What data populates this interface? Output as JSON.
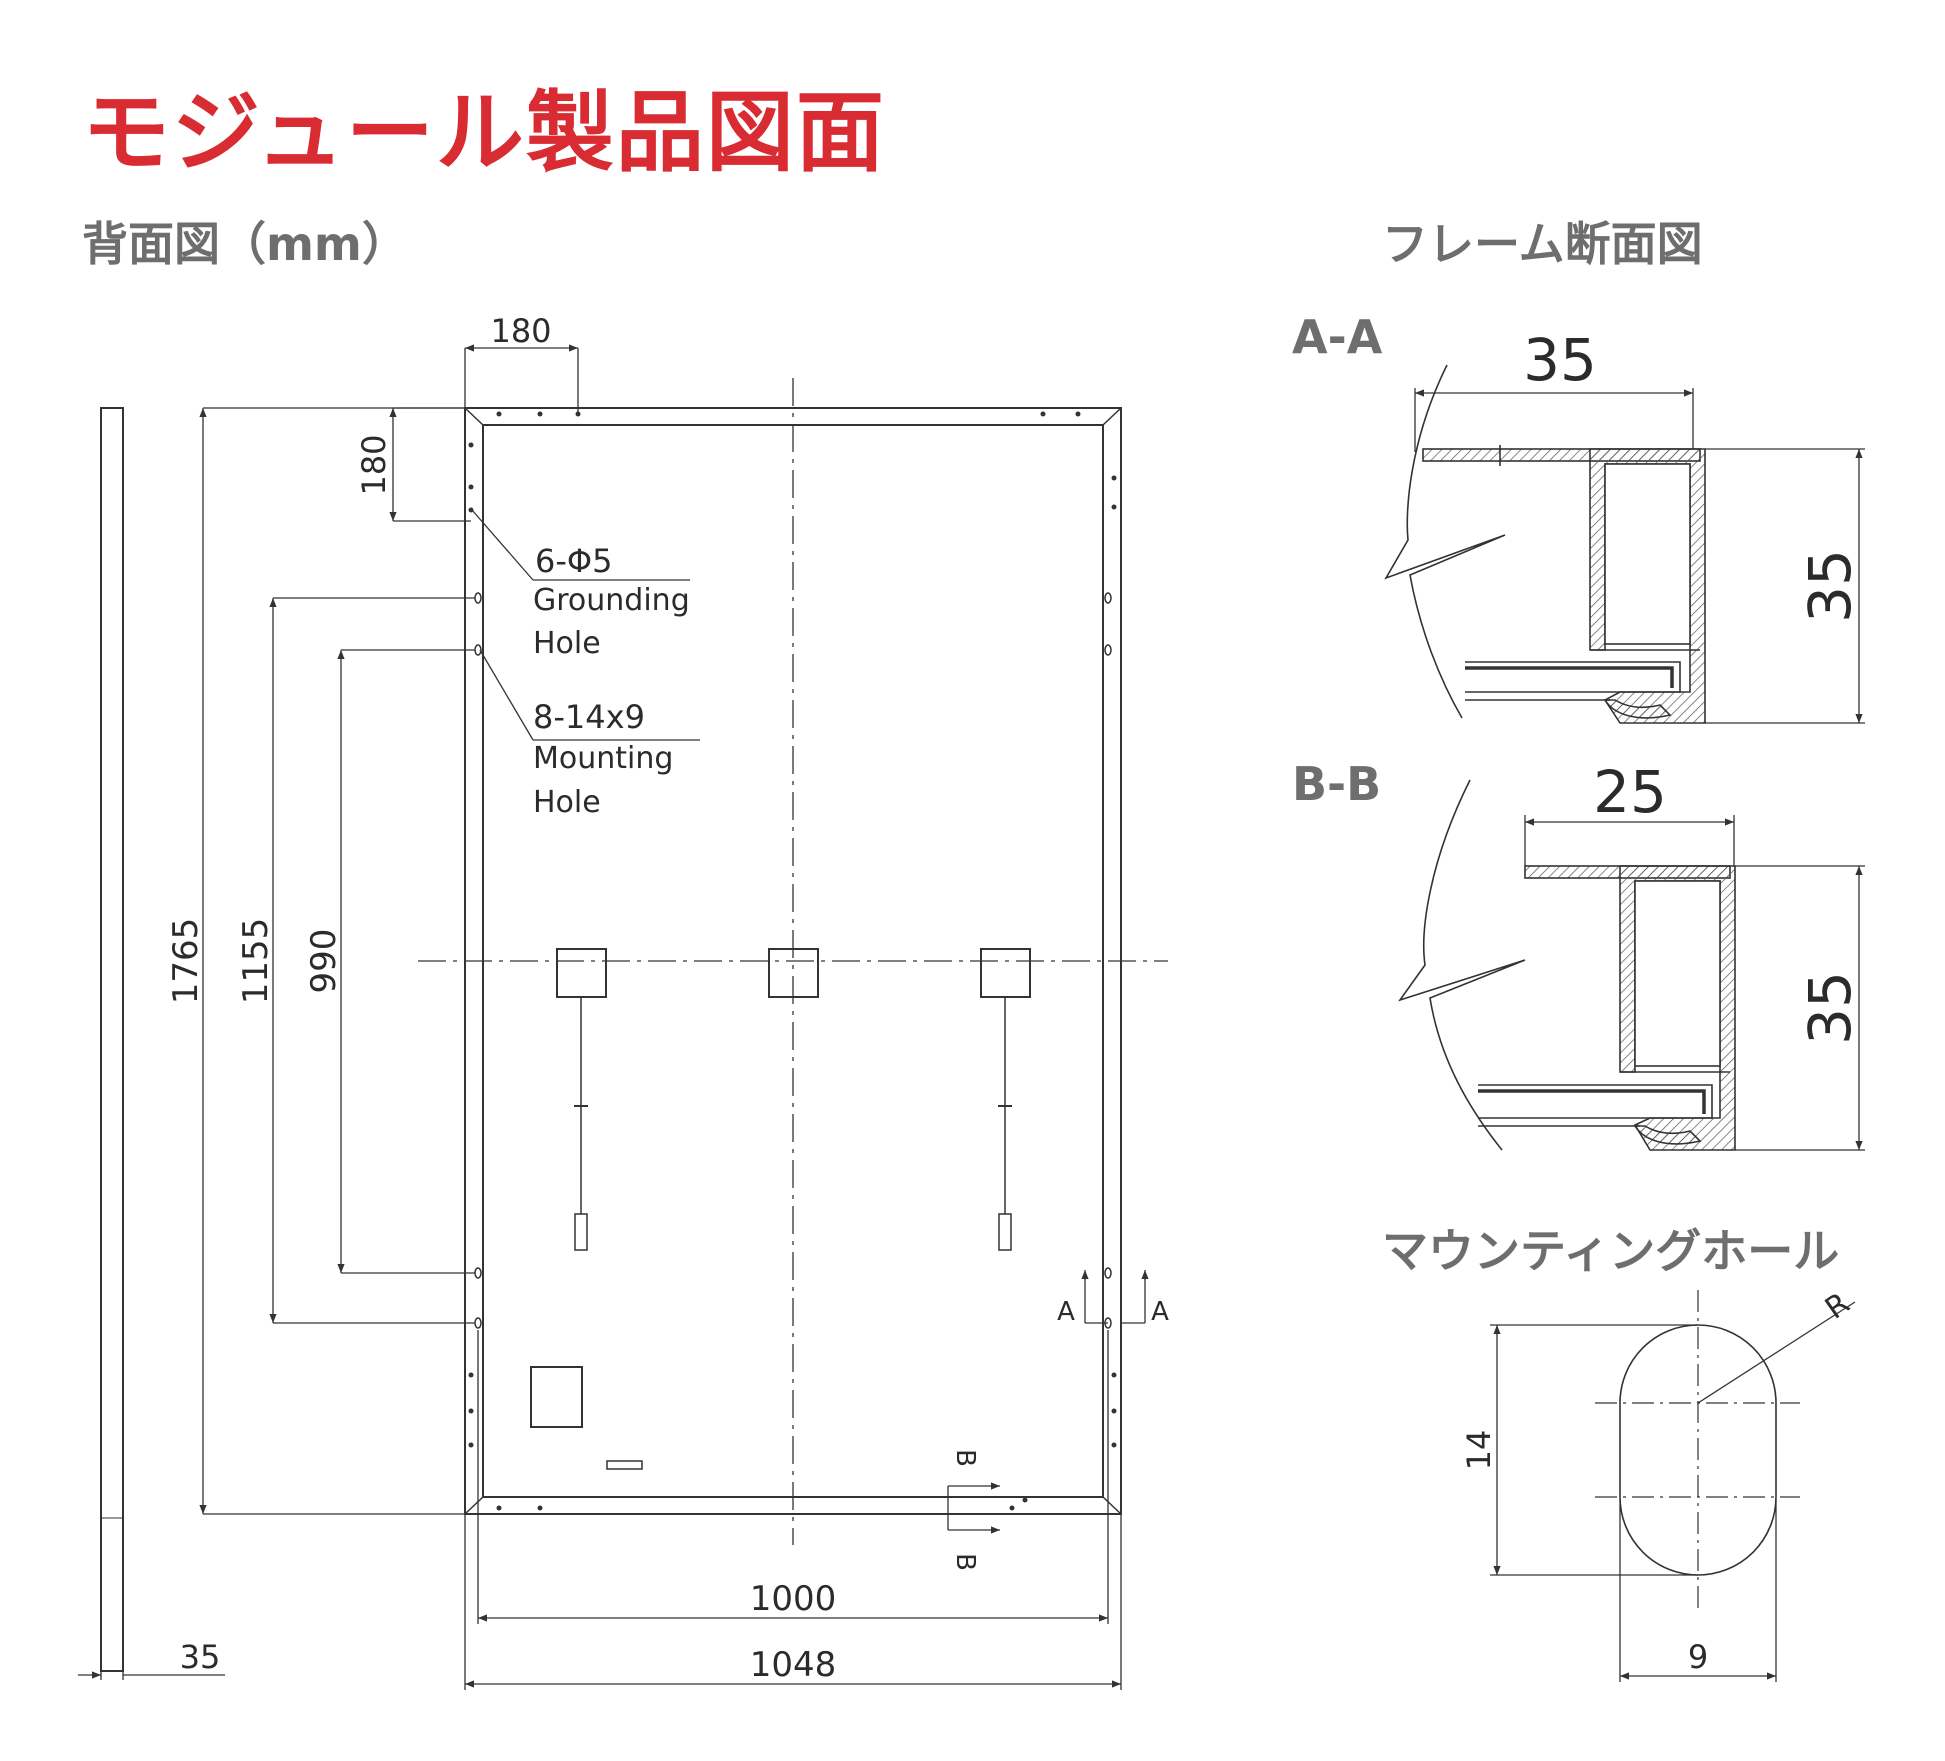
{
  "title": "モジュール製品図面",
  "rear_view": {
    "heading": "背面図（mm）",
    "dims": {
      "top_offset_h": "180",
      "top_offset_v": "180",
      "height_total": "1765",
      "mount_outer": "1155",
      "mount_inner": "990",
      "inner_width": "1000",
      "outer_width": "1048",
      "thickness": "35"
    },
    "grounding_hole": {
      "spec": "6-Φ5",
      "line1": "Grounding",
      "line2": "Hole"
    },
    "mounting_hole": {
      "spec": "8-14x9",
      "line1": "Mounting",
      "line2": "Hole"
    },
    "section_marks": {
      "a": "A",
      "b": "B"
    }
  },
  "frame_section": {
    "heading": "フレーム断面図",
    "aa": {
      "label": "A-A",
      "width": "35",
      "height": "35"
    },
    "bb": {
      "label": "B-B",
      "width": "25",
      "height": "35"
    }
  },
  "mounting_hole_detail": {
    "heading": "マウンティングホール",
    "radius_label": "R",
    "height": "14",
    "width": "9"
  },
  "colors": {
    "title": "#d92b32",
    "heading": "#6e6e6e",
    "line": "#333333"
  }
}
